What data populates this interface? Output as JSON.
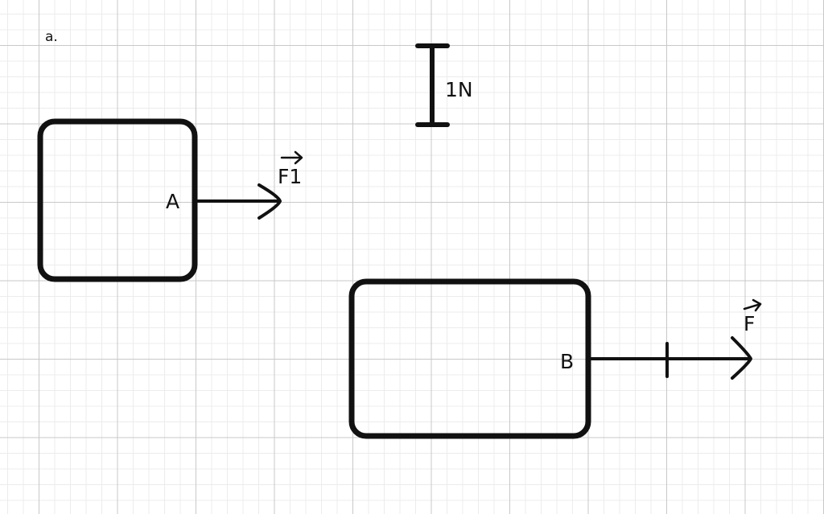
{
  "labels": {
    "part": "a.",
    "scale": "1N",
    "point_a": "A",
    "point_b": "B",
    "force_1": "F1",
    "force": "F"
  },
  "colors": {
    "ink": "#111111",
    "grid_major": "#c8c8c8",
    "grid_minor": "#ececec",
    "background": "#ffffff"
  }
}
